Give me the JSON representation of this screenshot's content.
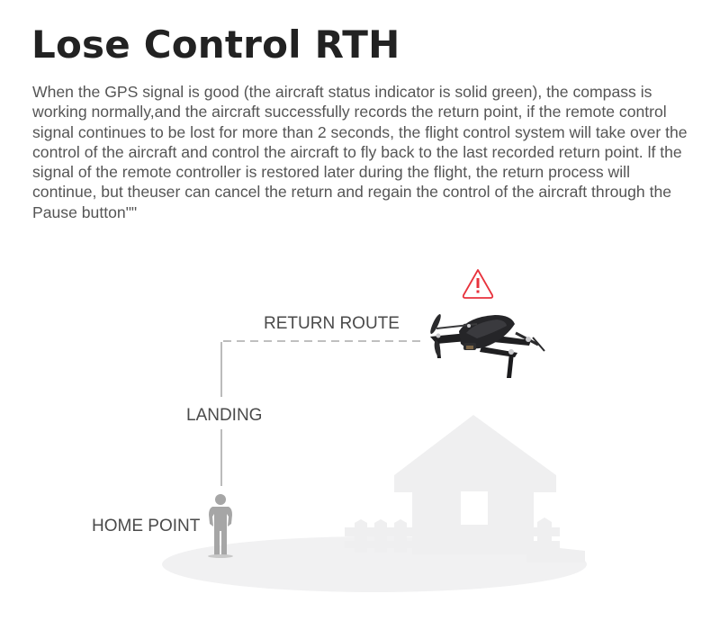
{
  "header": {
    "title": "Lose Control RTH"
  },
  "description": {
    "text": "When the GPS signal is good (the aircraft status indicator is solid green), the compass is working normally,and the aircraft successfully records the return point, if the remote control signal continues to be lost for more than 2 seconds, the flight control system will take over the control of the aircraft and control the aircraft to fly back to the last recorded return point. lf the signal of the remote controller is restored later during the flight, the return process will continue, but theuser can cancel the return and regain the control of the aircraft through the Pause button\"\""
  },
  "diagram": {
    "labels": {
      "return_route": "RETURN ROUTE",
      "landing": "LANDING",
      "home_point": "HOME POINT"
    },
    "icons": {
      "warning": "warning-triangle-icon",
      "drone": "drone-icon",
      "person": "person-icon",
      "house": "house-icon"
    },
    "colors": {
      "warning": "#e8323c",
      "route_line": "#aaaaaa",
      "ground": "#f1f1f2",
      "house": "#efeff0",
      "person": "#a6a6a6",
      "drone": "#1e1e20"
    }
  }
}
